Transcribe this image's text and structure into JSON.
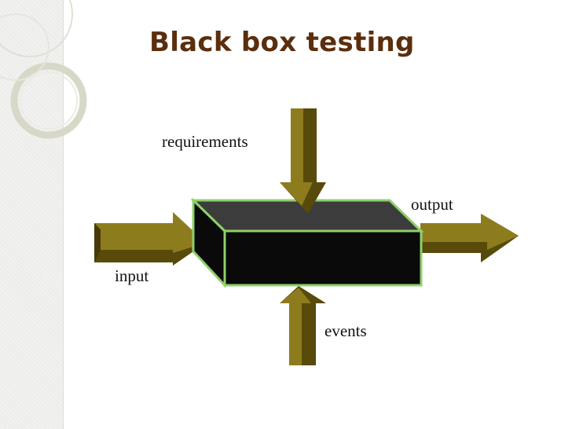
{
  "slide": {
    "title": "Black box testing"
  },
  "diagram": {
    "box": {
      "fill": "#0a0a0a",
      "top_fill": "#3c3c3c",
      "edge_color": "#8fd06a"
    },
    "arrow_color": "#7a6a12",
    "labels": {
      "requirements": "requirements",
      "output": "output",
      "input": "input",
      "events": "events"
    }
  }
}
